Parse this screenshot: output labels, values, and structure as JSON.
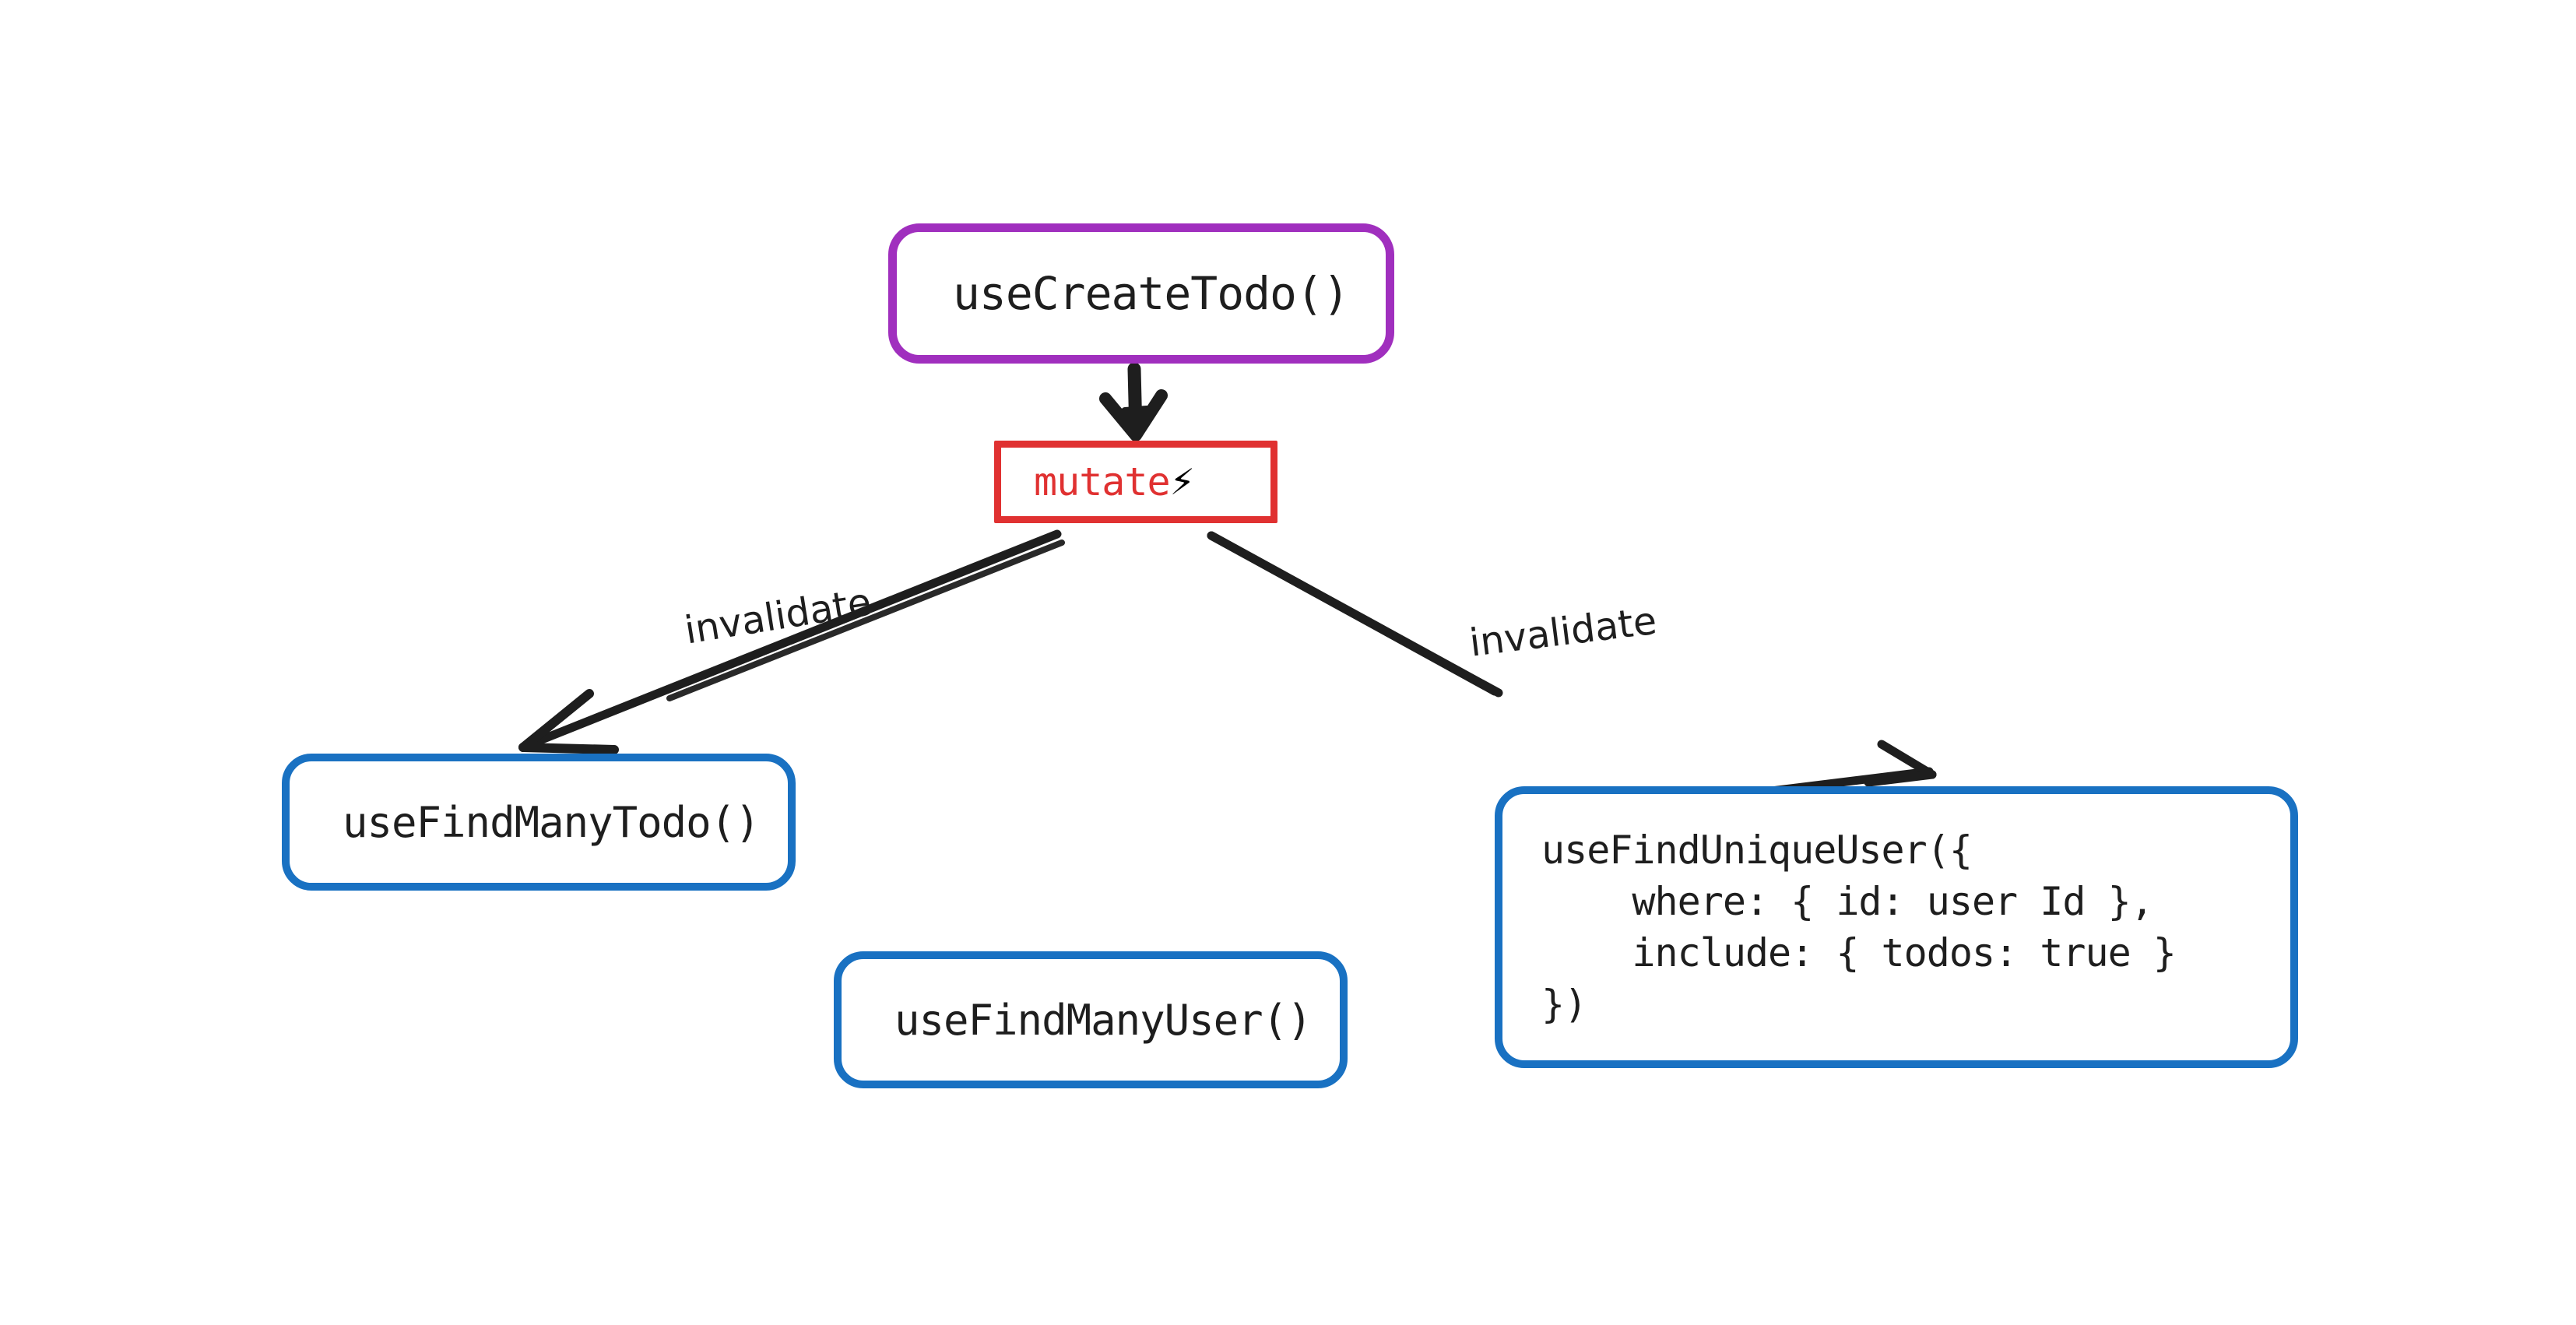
{
  "diagram": {
    "title": "useCreateTodo mutation invalidation flow",
    "background": "#ffffff",
    "colors": {
      "purple": "#a02fbe",
      "red": "#e03131",
      "blue": "#1971c2",
      "ink": "#1e1e1e",
      "bolt_yellow": "#f5a623"
    },
    "nodes": [
      {
        "id": "use-create-todo",
        "label": "useCreateTodo()",
        "shape": "rounded-rectangle",
        "stroke": "#a02fbe"
      },
      {
        "id": "mutate",
        "label": "mutate",
        "icon": "lightning-bolt-icon",
        "icon_glyph": "⚡",
        "shape": "rectangle",
        "stroke": "#e03131"
      },
      {
        "id": "use-find-many-todo",
        "label": "useFindManyTodo()",
        "shape": "rounded-rectangle",
        "stroke": "#1971c2"
      },
      {
        "id": "use-find-many-user",
        "label": "useFindManyUser()",
        "shape": "rounded-rectangle",
        "stroke": "#1971c2"
      },
      {
        "id": "use-find-unique-user",
        "label": "useFindUniqueUser({\n    where: { id: user Id },\n    include: { todos: true }\n})",
        "shape": "rounded-rectangle",
        "stroke": "#1971c2"
      }
    ],
    "edges": [
      {
        "id": "edge-create-to-mutate",
        "from": "use-create-todo",
        "to": "mutate",
        "label": ""
      },
      {
        "id": "edge-mutate-to-find-many-todo",
        "from": "mutate",
        "to": "use-find-many-todo",
        "label": "invalidate"
      },
      {
        "id": "edge-mutate-to-find-unique-user",
        "from": "mutate",
        "to": "use-find-unique-user",
        "label": "invalidate"
      }
    ]
  }
}
